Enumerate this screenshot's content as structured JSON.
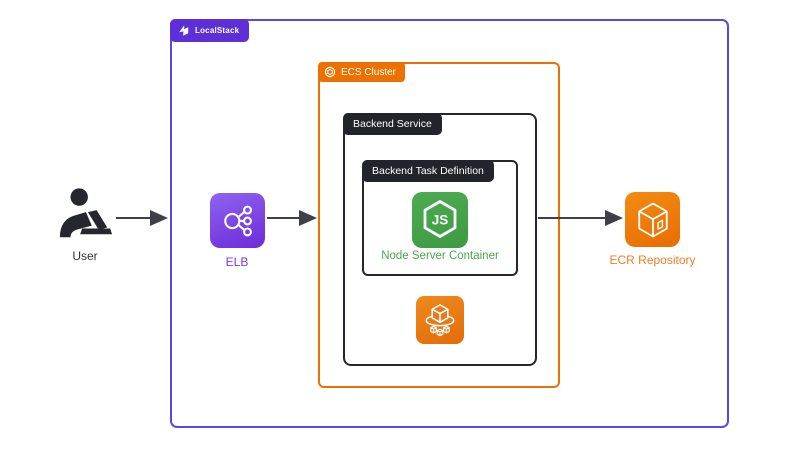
{
  "containers": {
    "localstack": {
      "label": "LocalStack"
    },
    "ecs_cluster": {
      "label": "ECS Cluster"
    },
    "backend_service": {
      "label": "Backend Service"
    },
    "task_definition": {
      "label": "Backend Task Definition"
    }
  },
  "nodes": {
    "user": {
      "label": "User",
      "icon": "person-at-laptop-icon"
    },
    "elb": {
      "label": "ELB",
      "icon": "load-balancer-icon"
    },
    "node_container": {
      "label": "Node Server Container",
      "icon": "nodejs-hexagon-icon"
    },
    "ecs_service": {
      "icon": "ecs-containers-icon"
    },
    "ecr": {
      "label": "ECR Repository",
      "icon": "ecr-cube-icon"
    }
  },
  "colors": {
    "localstack_border": "#5649e9",
    "localstack_badge_bg": "#5d2fd6",
    "aws_orange": "#ed7100",
    "dark_badge_bg": "#23232b",
    "node_green": "#44a148",
    "node_label_green": "#4aa64d",
    "elb_purple": "#7c3aed",
    "ecr_label_orange": "#ee7e22",
    "arrow": "#3f3f46"
  }
}
